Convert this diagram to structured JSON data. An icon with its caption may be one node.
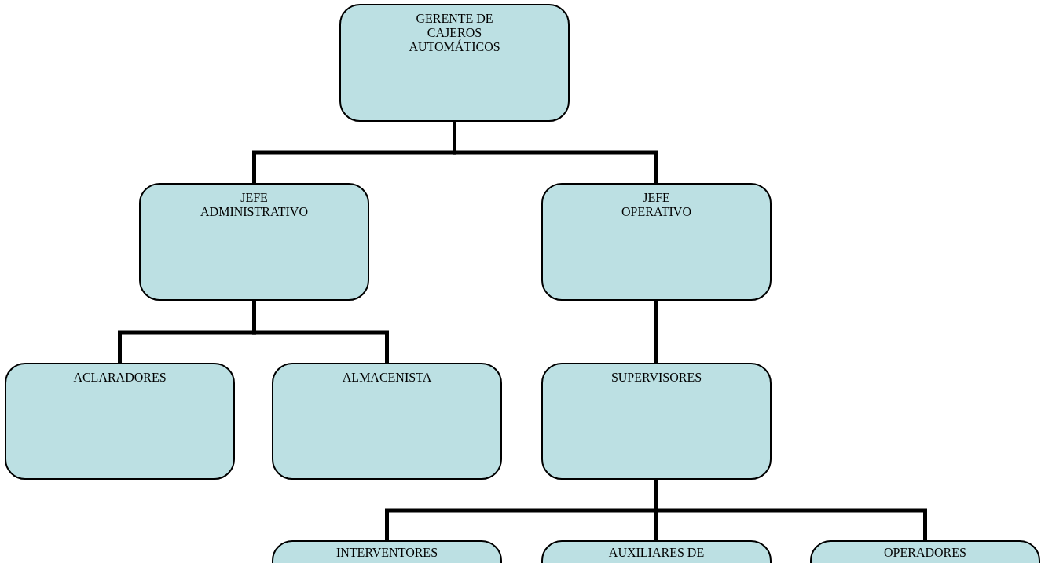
{
  "diagram": {
    "nodes": [
      {
        "text": [
          "GERENTE DE CAJEROS AUTOMÁTICOS"
        ]
      },
      {
        "text": [
          "JEFE ADMINISTRATIVO"
        ]
      },
      {
        "text": [
          "JEFE OPERATIVO"
        ]
      },
      {
        "text": [
          "ACLARADORES"
        ]
      },
      {
        "text": [
          "ALMACENISTA"
        ]
      },
      {
        "text": [
          "SUPERVISORES"
        ]
      },
      {
        "text": [
          "INTERVENTORES"
        ]
      },
      {
        "text": [
          "AUXILIARES DE"
        ]
      },
      {
        "text": [
          "OPERADORES"
        ]
      }
    ],
    "edges": [
      {
        "from": 0,
        "to": 1,
        "arrow": "none"
      },
      {
        "from": 0,
        "to": 2,
        "arrow": "none"
      },
      {
        "from": 1,
        "to": 3,
        "arrow": "none"
      },
      {
        "from": 1,
        "to": 4,
        "arrow": "none"
      },
      {
        "from": 2,
        "to": 5,
        "arrow": "none"
      },
      {
        "from": 5,
        "to": 6,
        "arrow": "none"
      },
      {
        "from": 5,
        "to": 7,
        "arrow": "none"
      },
      {
        "from": 5,
        "to": 8,
        "arrow": "none"
      }
    ]
  }
}
